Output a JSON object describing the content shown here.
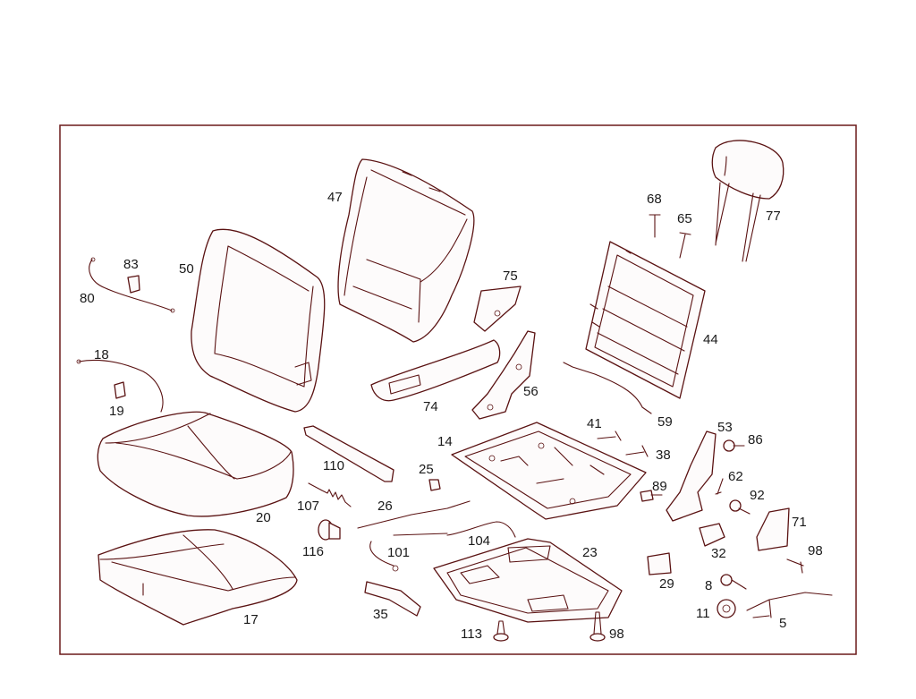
{
  "callouts": {
    "p5": "5",
    "p8": "8",
    "p11": "11",
    "p14": "14",
    "p17": "17",
    "p18": "18",
    "p19": "19",
    "p20": "20",
    "p23": "23",
    "p25": "25",
    "p26": "26",
    "p29": "29",
    "p32": "32",
    "p35": "35",
    "p38": "38",
    "p41": "41",
    "p44": "44",
    "p47": "47",
    "p50": "50",
    "p53": "53",
    "p56": "56",
    "p59": "59",
    "p62": "62",
    "p65": "65",
    "p68": "68",
    "p71": "71",
    "p74": "74",
    "p75": "75",
    "p77": "77",
    "p80": "80",
    "p83": "83",
    "p86": "86",
    "p89": "89",
    "p92": "92",
    "p98a": "98",
    "p98b": "98",
    "p101": "101",
    "p104": "104",
    "p107": "107",
    "p110": "110",
    "p113": "113",
    "p116": "116"
  },
  "colors": {
    "line": "#5a1212",
    "frame": "#6b1a1a",
    "text": "#1a1a1a"
  }
}
